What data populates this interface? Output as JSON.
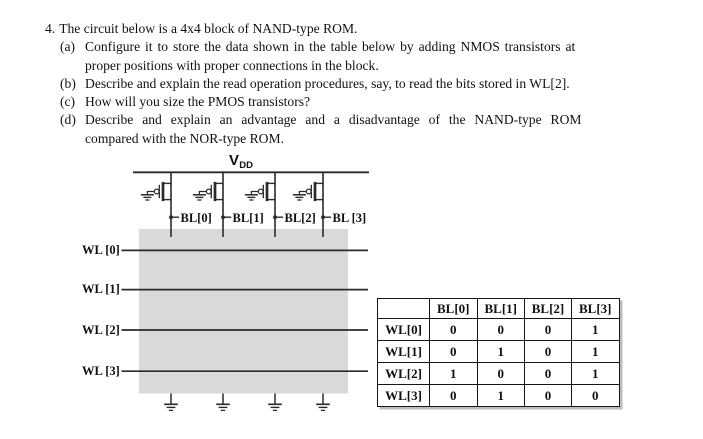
{
  "question": {
    "number": "4.",
    "title": "The circuit below is a 4x4 block of NAND-type ROM.",
    "items": [
      {
        "marker": "(a)",
        "lines": [
          "Configure it to store the data shown in the table below by adding NMOS transistors at",
          "proper positions with proper connections in the block."
        ]
      },
      {
        "marker": "(b)",
        "lines": [
          "Describe and explain the read operation procedures, say, to read the bits stored in WL[2]."
        ]
      },
      {
        "marker": "(c)",
        "lines": [
          "How will you size the PMOS transistors?"
        ]
      },
      {
        "marker": "(d)",
        "lines": [
          "Describe and explain an advantage and a disadvantage of the NAND-type ROM",
          "compared with the NOR-type ROM."
        ]
      }
    ]
  },
  "circuit": {
    "vdd_label": "V",
    "vdd_sub": "DD",
    "bit_lines": [
      "BL[0]",
      "BL[1]",
      "BL[2]",
      "BL [3]"
    ],
    "word_lines": [
      "WL [0]",
      "WL [1]",
      "WL [2]",
      "WL [3]"
    ]
  },
  "table": {
    "col_headers": [
      "BL[0]",
      "BL[1]",
      "BL[2]",
      "BL[3]"
    ],
    "rows": [
      {
        "label": "WL[0]",
        "values": [
          "0",
          "0",
          "0",
          "1"
        ]
      },
      {
        "label": "WL[1]",
        "values": [
          "0",
          "1",
          "0",
          "1"
        ]
      },
      {
        "label": "WL[2]",
        "values": [
          "1",
          "0",
          "0",
          "1"
        ]
      },
      {
        "label": "WL[3]",
        "values": [
          "0",
          "1",
          "0",
          "0"
        ]
      }
    ]
  },
  "colors": {
    "page-bg": "#ffffff",
    "ink": "#111111",
    "line": "#2a2a2a",
    "block-gray": "#d9d9d9",
    "table-border": "#161616",
    "shadow": "#bdbdbd"
  }
}
